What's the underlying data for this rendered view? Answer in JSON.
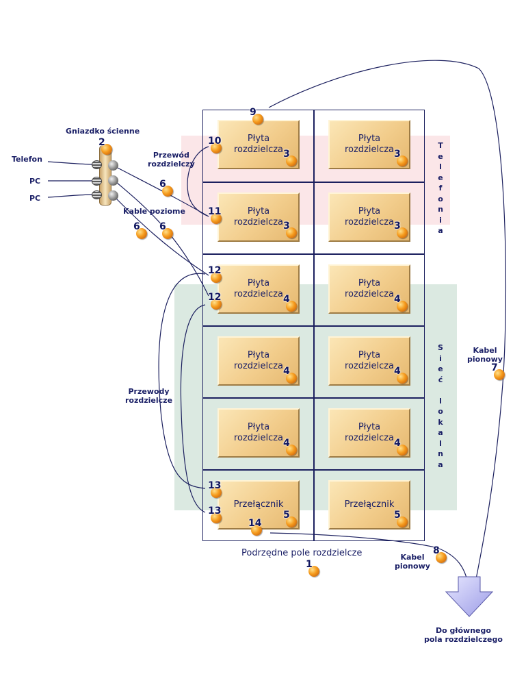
{
  "labels": {
    "socket_title": "Gniazdko ścienne",
    "telefon": "Telefon",
    "pc1": "PC",
    "pc2": "PC",
    "przewod_rozdzielczy": [
      "Przewód",
      "rozdzielczy"
    ],
    "kable_poziome": "Kable poziome",
    "przewody_rozdzielcze": [
      "Przewody",
      "rozdzielcze"
    ],
    "kabel_pionowy_right": [
      "Kabel",
      "pionowy"
    ],
    "kabel_pionowy_bottom": [
      "Kabel",
      "pionowy"
    ],
    "cabinet_caption": "Podrzędne pole rozdzielcze",
    "destination": [
      "Do głównego",
      "pola rozdzielczego"
    ],
    "telefonia_vertical": "Telefonia",
    "siec_vertical": "Sieć lokalna"
  },
  "panels": {
    "plyta_line1": "Płyta",
    "plyta_line2": "rozdzielcza",
    "switch": "Przełącznik"
  },
  "badges": {
    "b1": "1",
    "b2": "2",
    "b3": "3",
    "b4": "4",
    "b5": "5",
    "b6": "6",
    "b7": "7",
    "b8": "8",
    "b9": "9",
    "b10": "10",
    "b11": "11",
    "b12": "12",
    "b13": "13",
    "b14": "14"
  },
  "colors": {
    "text": "#1a1f66",
    "telefonia_band": "#f6c8cc",
    "lan_band": "#bed7c8",
    "panel": "#f2cd8c",
    "arrow": "#b8b8f0"
  }
}
